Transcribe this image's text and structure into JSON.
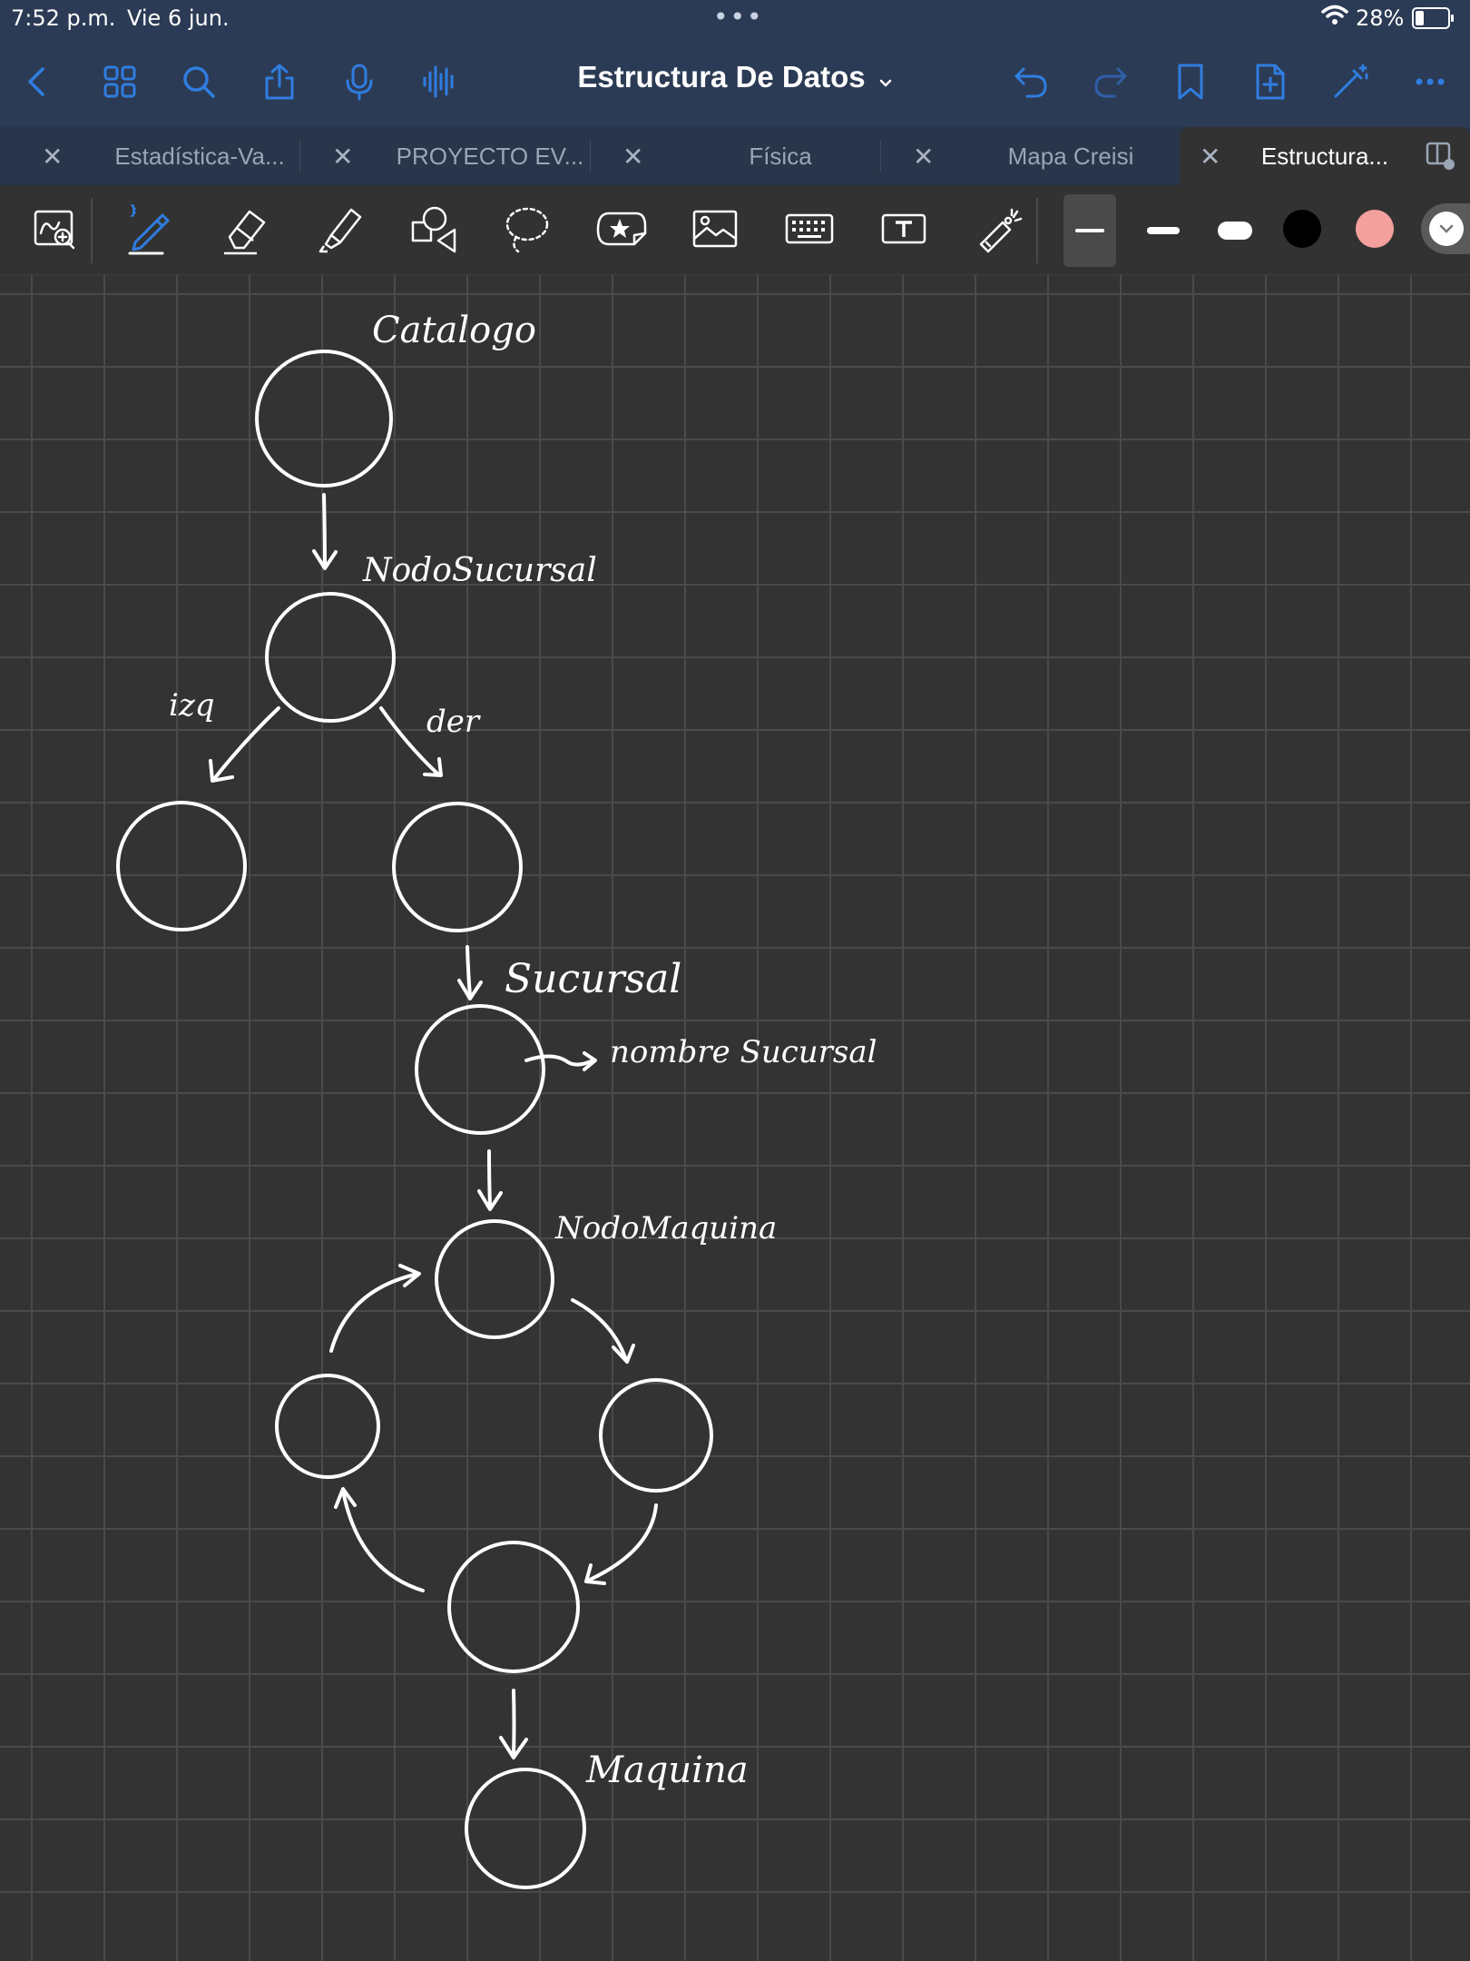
{
  "status_bar": {
    "time": "7:52 p.m.",
    "date": "Vie 6 jun.",
    "battery": "28%"
  },
  "header": {
    "title": "Estructura De Datos",
    "icons": [
      "back-icon",
      "grid-icon",
      "search-icon",
      "share-icon",
      "mic-icon",
      "waveform-icon",
      "undo-icon",
      "redo-icon",
      "bookmark-icon",
      "add-page-icon",
      "magic-pen-icon",
      "more-icon"
    ]
  },
  "tabs": [
    {
      "label": "Estadística-Va..."
    },
    {
      "label": "PROYECTO EV..."
    },
    {
      "label": "Física"
    },
    {
      "label": "Mapa Creisi"
    },
    {
      "label": "Estructura...",
      "active": true
    }
  ],
  "toolbar": {
    "tools": [
      "zoom-window-icon",
      "pen-icon",
      "eraser-icon",
      "highlighter-icon",
      "shapes-icon",
      "lasso-icon",
      "sticker-icon",
      "image-icon",
      "keyboard-icon",
      "text-box-icon",
      "laser-pointer-icon"
    ],
    "colors": {
      "black": "#000000",
      "pink": "#f4a09c",
      "white": "#ffffff"
    },
    "accent": "#2f7de0"
  },
  "canvas": {
    "labels": {
      "catalogo": "Catalogo",
      "nodo_sucursal": "NodoSucursal",
      "izq": "izq",
      "der": "der",
      "sucursal": "Sucursal",
      "nombre_sucursal": "nombre Sucursal",
      "nodo_maquina": "NodoMaquina",
      "maquina": "Maquina"
    }
  }
}
